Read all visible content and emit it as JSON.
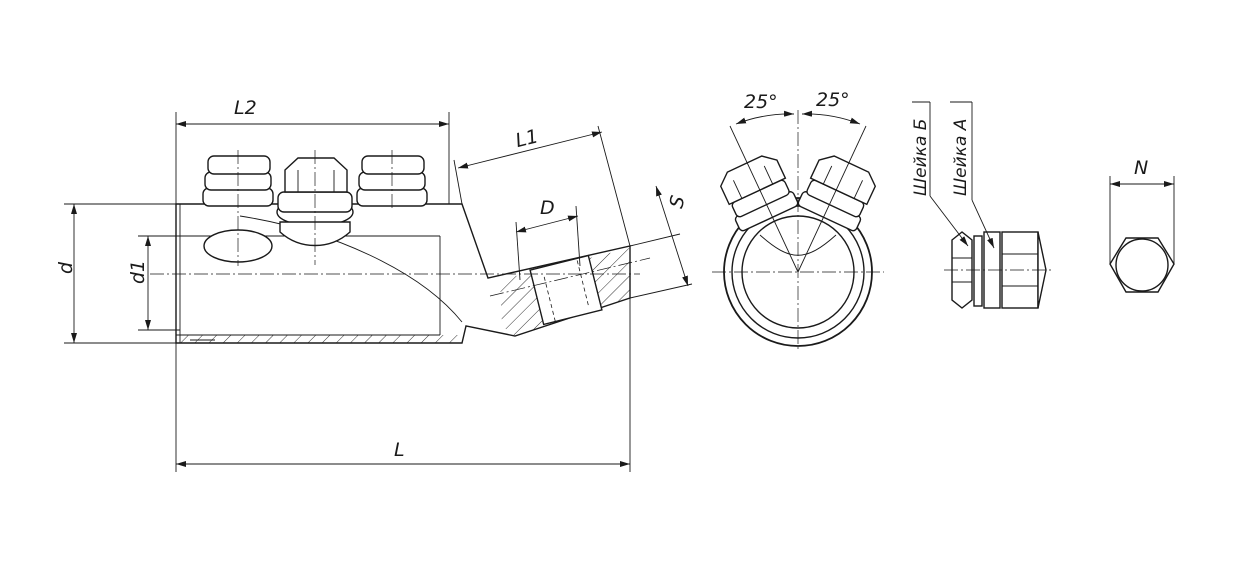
{
  "dimensions": {
    "L2": "L2",
    "L1": "L1",
    "L": "L",
    "D": "D",
    "S": "S",
    "d": "d",
    "d1": "d1",
    "N": "N",
    "angle_left": "25°",
    "angle_right": "25°"
  },
  "callouts": {
    "neck_b": "Шейка Б",
    "neck_a": "Шейка А"
  }
}
